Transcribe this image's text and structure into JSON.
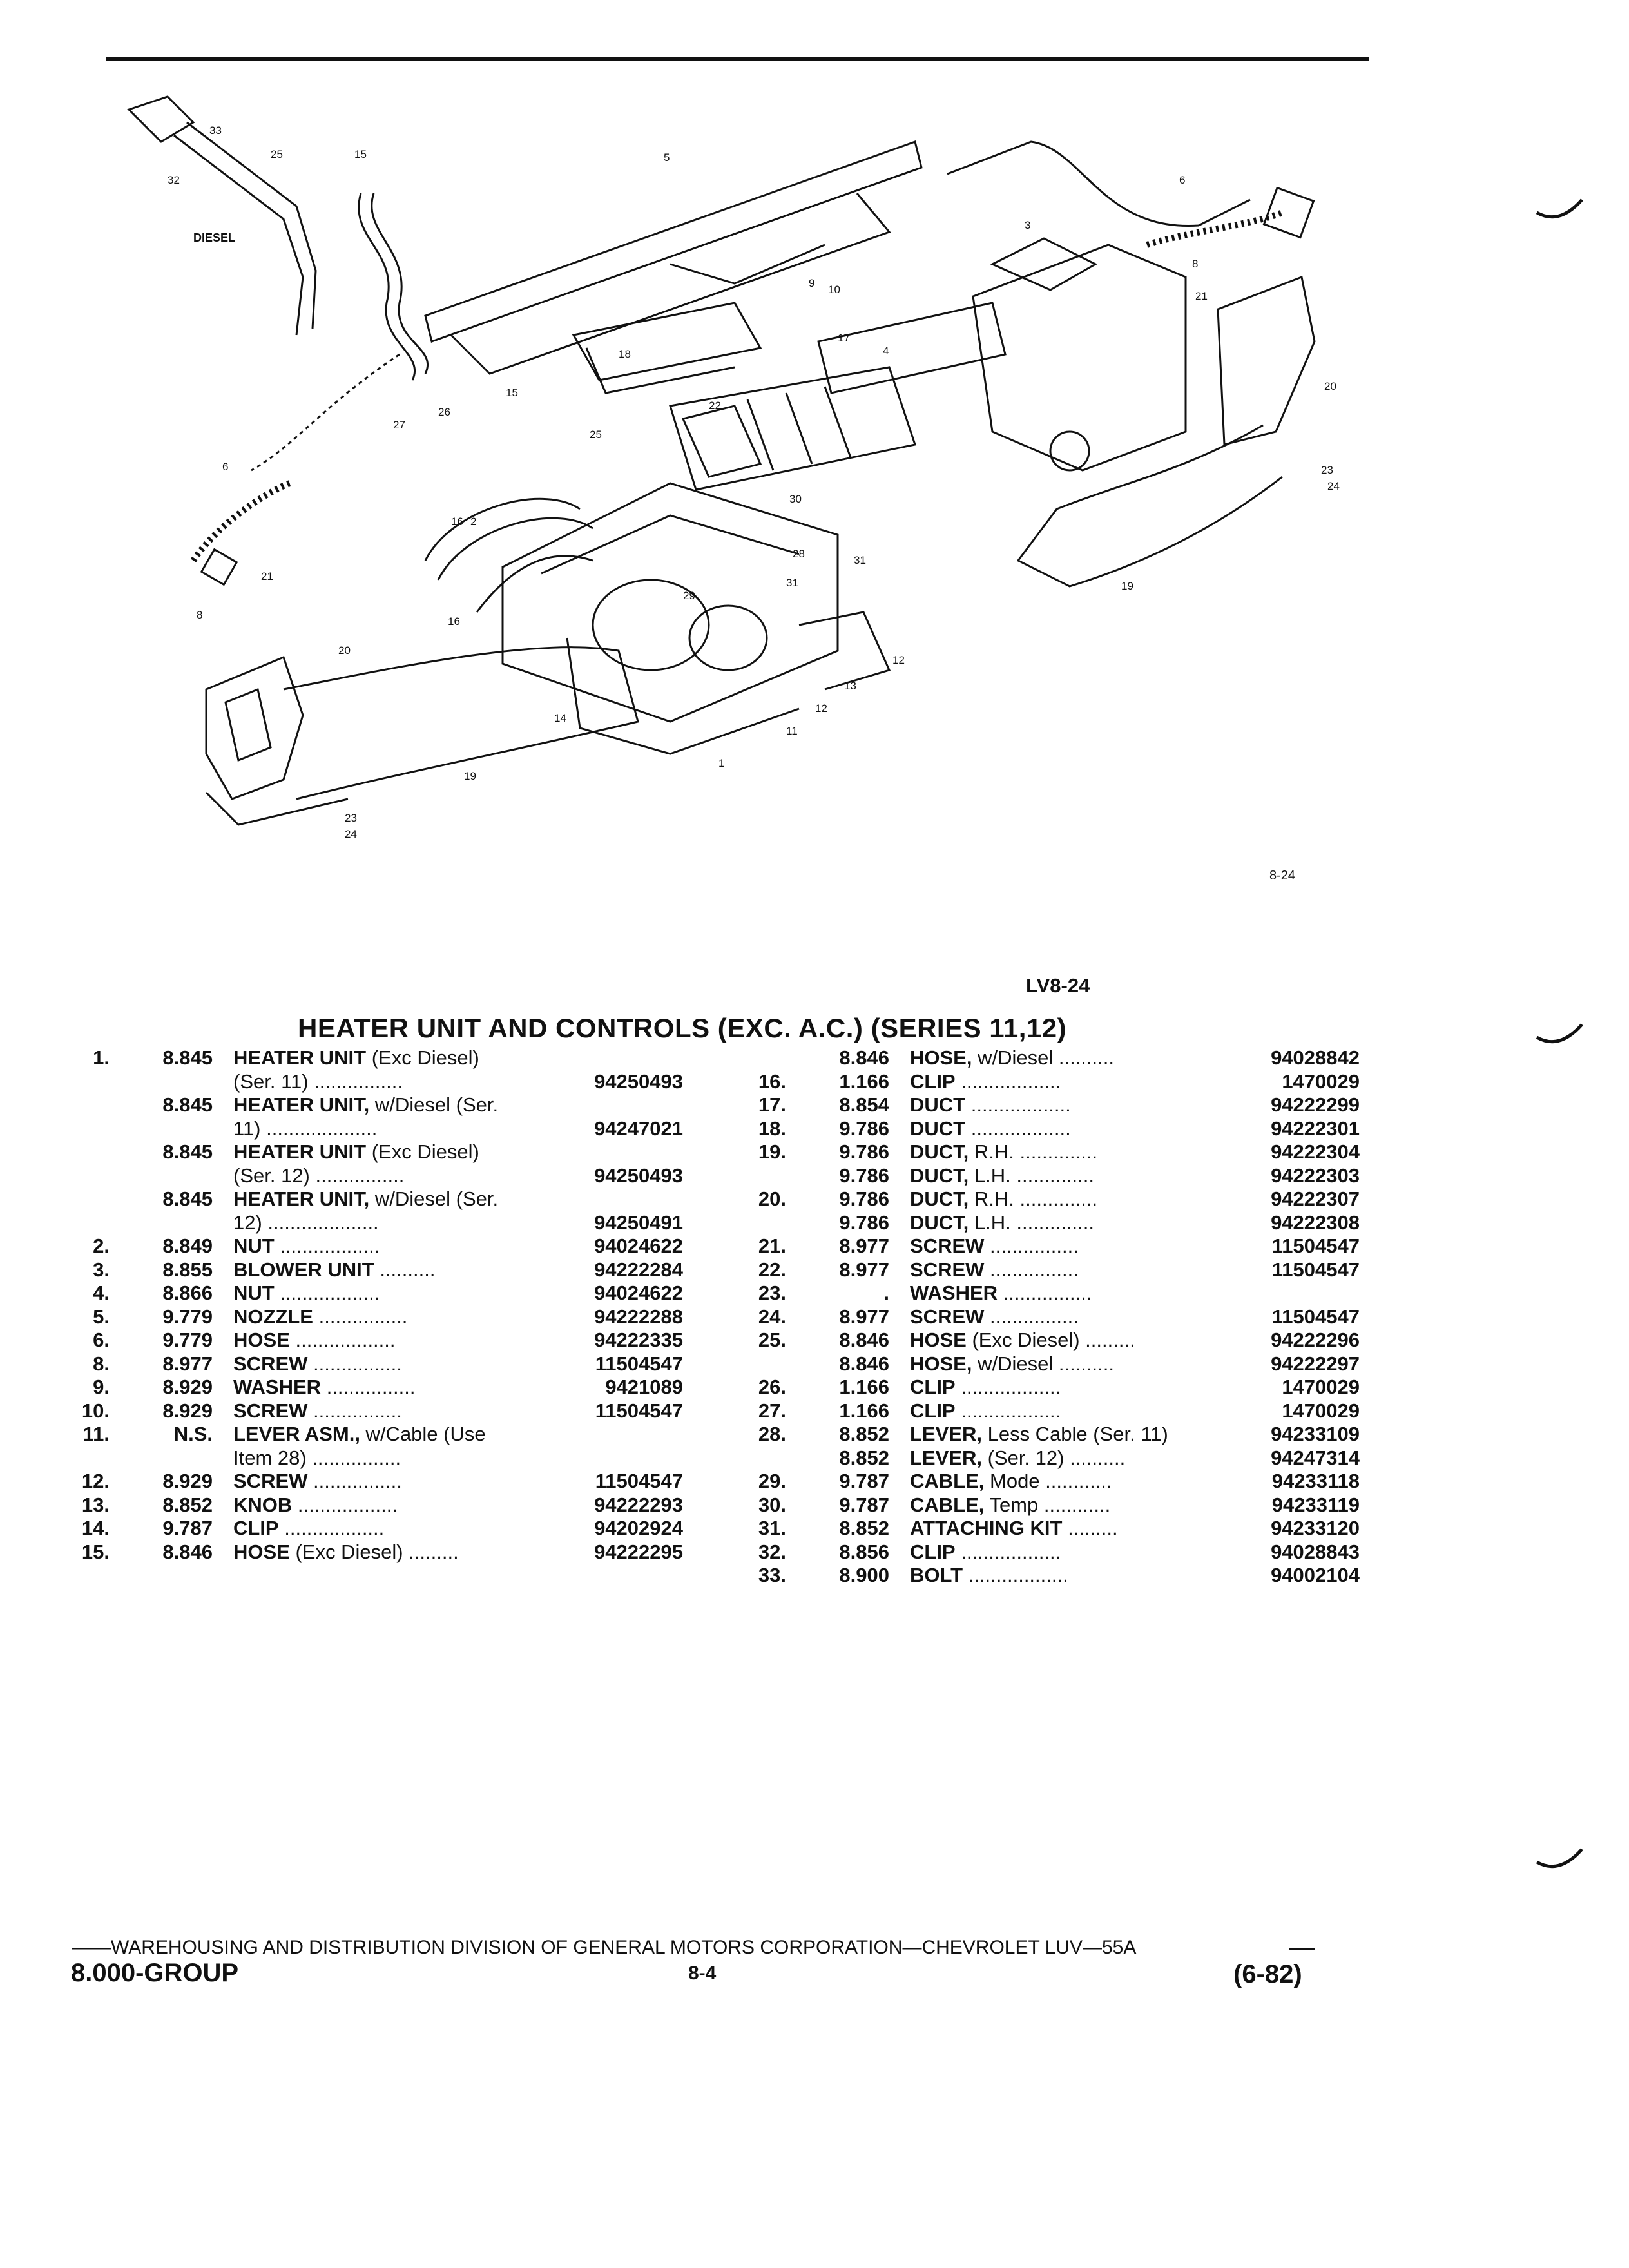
{
  "diagram": {
    "callouts": [
      "33",
      "25",
      "15",
      "32",
      "DIESEL",
      "5",
      "6",
      "3",
      "8",
      "9",
      "10",
      "21",
      "17",
      "18",
      "22",
      "4",
      "20",
      "15",
      "26",
      "27",
      "25",
      "6",
      "23",
      "24",
      "30",
      "2",
      "16",
      "28",
      "31",
      "31",
      "21",
      "8",
      "29",
      "20",
      "19",
      "12",
      "16",
      "14",
      "13",
      "12",
      "11",
      "1",
      "19",
      "23",
      "24"
    ],
    "figure_number": "8-24"
  },
  "header": {
    "lv_ref": "LV8-24",
    "title": "HEATER UNIT AND CONTROLS (EXC. A.C.) (SERIES 11,12)"
  },
  "parts_left": [
    {
      "num": "1.",
      "grp": "8.845",
      "name": "HEATER UNIT",
      "desc": " (Exc Diesel)",
      "part": ""
    },
    {
      "num": "",
      "grp": "",
      "name": "",
      "desc": "(Ser. 11) ................",
      "part": "94250493"
    },
    {
      "num": "",
      "grp": "8.845",
      "name": "HEATER UNIT,",
      "desc": " w/Diesel (Ser.",
      "part": ""
    },
    {
      "num": "",
      "grp": "",
      "name": "",
      "desc": "11) ....................",
      "part": "94247021"
    },
    {
      "num": "",
      "grp": "8.845",
      "name": "HEATER UNIT",
      "desc": " (Exc Diesel)",
      "part": ""
    },
    {
      "num": "",
      "grp": "",
      "name": "",
      "desc": "(Ser. 12) ................",
      "part": "94250493"
    },
    {
      "num": "",
      "grp": "8.845",
      "name": "HEATER UNIT,",
      "desc": " w/Diesel (Ser.",
      "part": ""
    },
    {
      "num": "",
      "grp": "",
      "name": "",
      "desc": "12) ....................",
      "part": "94250491"
    },
    {
      "num": "2.",
      "grp": "8.849",
      "name": "NUT",
      "desc": " ..................",
      "part": "94024622"
    },
    {
      "num": "3.",
      "grp": "8.855",
      "name": "BLOWER UNIT",
      "desc": " ..........",
      "part": "94222284"
    },
    {
      "num": "4.",
      "grp": "8.866",
      "name": "NUT",
      "desc": " ..................",
      "part": "94024622"
    },
    {
      "num": "5.",
      "grp": "9.779",
      "name": "NOZZLE",
      "desc": " ................",
      "part": "94222288"
    },
    {
      "num": "6.",
      "grp": "9.779",
      "name": "HOSE",
      "desc": " ..................",
      "part": "94222335"
    },
    {
      "num": "8.",
      "grp": "8.977",
      "name": "SCREW",
      "desc": " ................",
      "part": "11504547"
    },
    {
      "num": "9.",
      "grp": "8.929",
      "name": "WASHER",
      "desc": " ................",
      "part": "9421089"
    },
    {
      "num": "10.",
      "grp": "8.929",
      "name": "SCREW",
      "desc": " ................",
      "part": "11504547"
    },
    {
      "num": "11.",
      "grp": "N.S.",
      "name": "LEVER ASM.,",
      "desc": " w/Cable (Use",
      "part": ""
    },
    {
      "num": "",
      "grp": "",
      "name": "",
      "desc": "Item 28) ................",
      "part": ""
    },
    {
      "num": "12.",
      "grp": "8.929",
      "name": "SCREW",
      "desc": " ................",
      "part": "11504547"
    },
    {
      "num": "13.",
      "grp": "8.852",
      "name": "KNOB",
      "desc": " ..................",
      "part": "94222293"
    },
    {
      "num": "14.",
      "grp": "9.787",
      "name": "CLIP",
      "desc": " ..................",
      "part": "94202924"
    },
    {
      "num": "15.",
      "grp": "8.846",
      "name": "HOSE",
      "desc": " (Exc Diesel) .........",
      "part": "94222295"
    }
  ],
  "parts_right": [
    {
      "num": "",
      "grp": "8.846",
      "name": "HOSE,",
      "desc": " w/Diesel ..........",
      "part": "94028842"
    },
    {
      "num": "16.",
      "grp": "1.166",
      "name": "CLIP",
      "desc": " ..................",
      "part": "1470029"
    },
    {
      "num": "17.",
      "grp": "8.854",
      "name": "DUCT",
      "desc": " ..................",
      "part": "94222299"
    },
    {
      "num": "18.",
      "grp": "9.786",
      "name": "DUCT",
      "desc": " ..................",
      "part": "94222301"
    },
    {
      "num": "19.",
      "grp": "9.786",
      "name": "DUCT,",
      "desc": " R.H. ..............",
      "part": "94222304"
    },
    {
      "num": "",
      "grp": "9.786",
      "name": "DUCT,",
      "desc": " L.H. ..............",
      "part": "94222303"
    },
    {
      "num": "20.",
      "grp": "9.786",
      "name": "DUCT,",
      "desc": " R.H. ..............",
      "part": "94222307"
    },
    {
      "num": "",
      "grp": "9.786",
      "name": "DUCT,",
      "desc": " L.H. ..............",
      "part": "94222308"
    },
    {
      "num": "21.",
      "grp": "8.977",
      "name": "SCREW",
      "desc": " ................",
      "part": "11504547"
    },
    {
      "num": "22.",
      "grp": "8.977",
      "name": "SCREW",
      "desc": " ................",
      "part": "11504547"
    },
    {
      "num": "23.",
      "grp": ".",
      "name": "WASHER",
      "desc": " ................",
      "part": ""
    },
    {
      "num": "24.",
      "grp": "8.977",
      "name": "SCREW",
      "desc": " ................",
      "part": "11504547"
    },
    {
      "num": "25.",
      "grp": "8.846",
      "name": "HOSE",
      "desc": " (Exc Diesel) .........",
      "part": "94222296"
    },
    {
      "num": "",
      "grp": "8.846",
      "name": "HOSE,",
      "desc": " w/Diesel ..........",
      "part": "94222297"
    },
    {
      "num": "26.",
      "grp": "1.166",
      "name": "CLIP",
      "desc": " ..................",
      "part": "1470029"
    },
    {
      "num": "27.",
      "grp": "1.166",
      "name": "CLIP",
      "desc": " ..................",
      "part": "1470029"
    },
    {
      "num": "28.",
      "grp": "8.852",
      "name": "LEVER,",
      "desc": " Less Cable (Ser. 11)",
      "part": "94233109"
    },
    {
      "num": "",
      "grp": "8.852",
      "name": "LEVER,",
      "desc": " (Ser. 12) ..........",
      "part": "94247314"
    },
    {
      "num": "29.",
      "grp": "9.787",
      "name": "CABLE,",
      "desc": " Mode ............",
      "part": "94233118"
    },
    {
      "num": "30.",
      "grp": "9.787",
      "name": "CABLE,",
      "desc": " Temp ............",
      "part": "94233119"
    },
    {
      "num": "31.",
      "grp": "8.852",
      "name": "ATTACHING KIT",
      "desc": " .........",
      "part": "94233120"
    },
    {
      "num": "32.",
      "grp": "8.856",
      "name": "CLIP",
      "desc": " ..................",
      "part": "94028843"
    },
    {
      "num": "33.",
      "grp": "8.900",
      "name": "BOLT",
      "desc": " ..................",
      "part": "94002104"
    }
  ],
  "footer": {
    "line1": "——WAREHOUSING AND DISTRIBUTION  DIVISION OF GENERAL MOTORS CORPORATION—CHEVROLET LUV—55A",
    "group": "8.000-GROUP",
    "page": "8-4",
    "date": "(6-82)"
  }
}
